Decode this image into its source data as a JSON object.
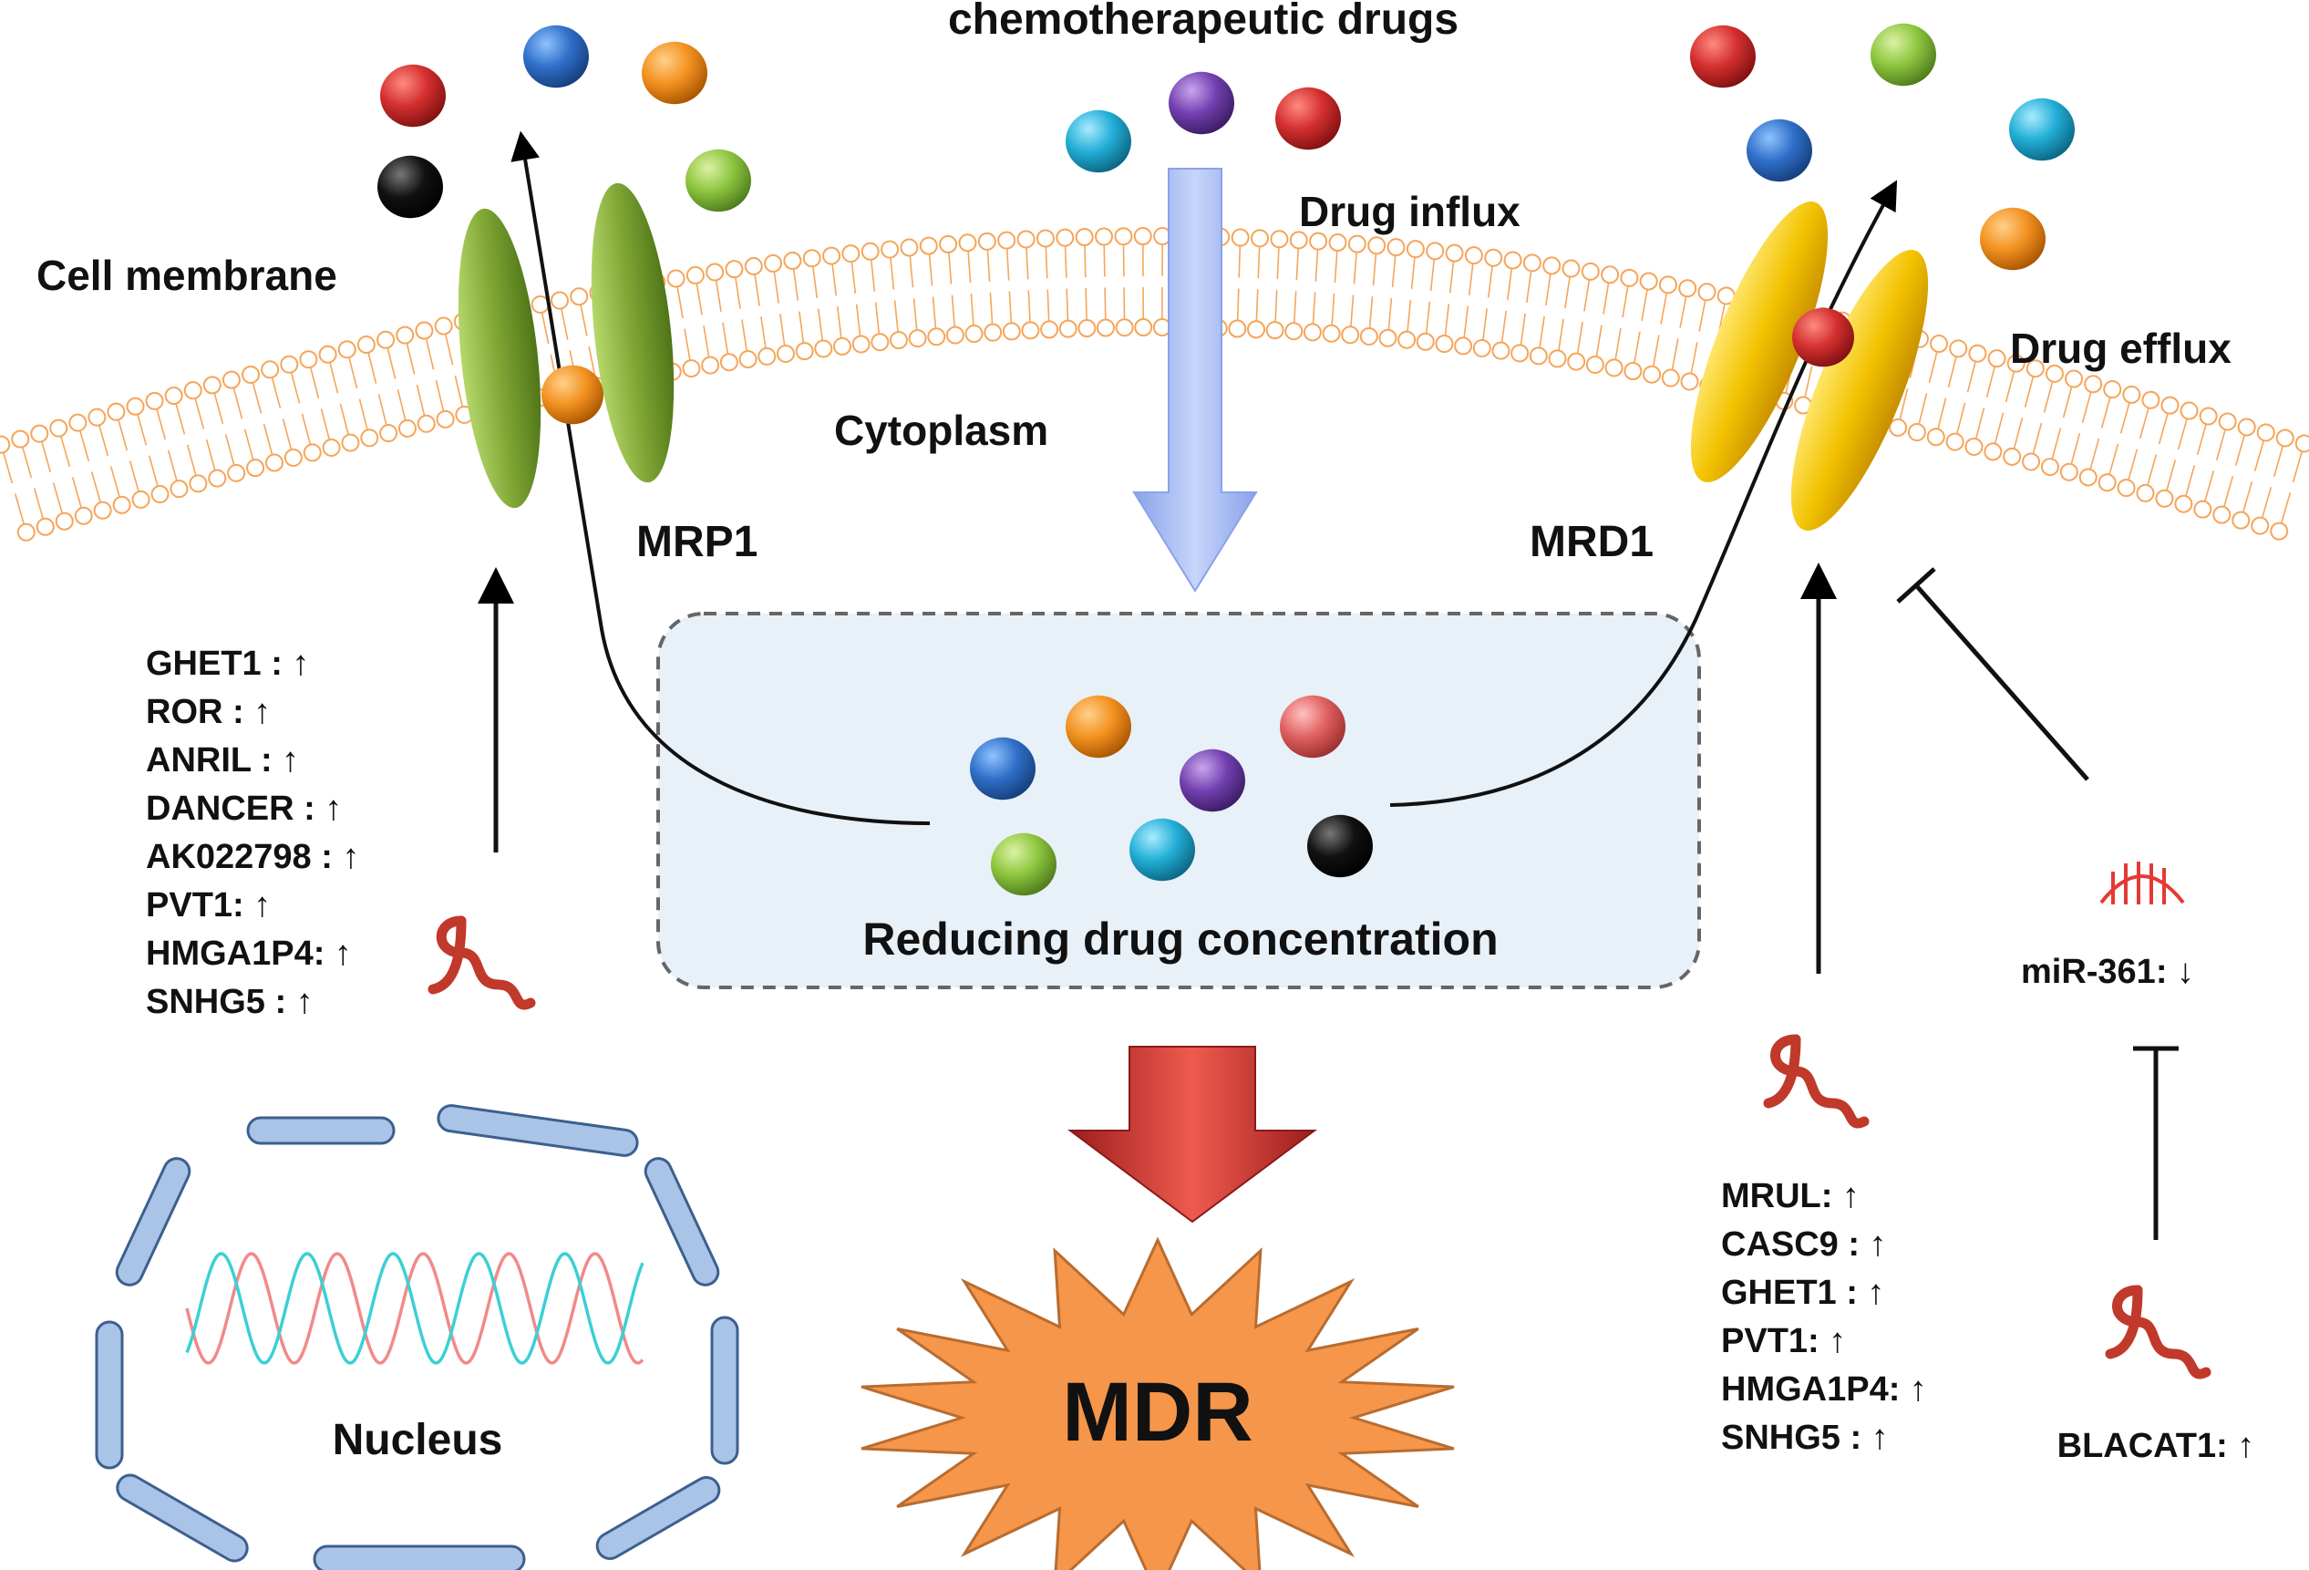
{
  "title": "chemotherapeutic drugs",
  "labels": {
    "cell_membrane": "Cell membrane",
    "cytoplasm": "Cytoplasm",
    "drug_influx": "Drug influx",
    "drug_efflux": "Drug efflux",
    "transporter_left": "MRP1",
    "transporter_right": "MRD1",
    "reducing": "Reducing drug concentration",
    "mdr": "MDR",
    "nucleus": "Nucleus",
    "mirna": "miR-361: ↓",
    "blacat": "BLACAT1: ↑"
  },
  "mrp1_regulators": [
    "GHET1 : ↑",
    "ROR : ↑",
    "ANRIL : ↑",
    "DANCER : ↑",
    "AK022798 : ↑",
    "PVT1: ↑",
    "HMGA1P4: ↑",
    "SNHG5 : ↑"
  ],
  "mrd1_regulators": [
    "MRUL: ↑",
    "CASC9 : ↑",
    "GHET1 : ↑",
    "PVT1: ↑",
    "HMGA1P4: ↑",
    "SNHG5 : ↑"
  ],
  "colors": {
    "membrane": "#f5a55a",
    "mrp1": "#7ea534",
    "mrd1": "#f2c200",
    "influx_arrow": "#9fb4ee",
    "mdr_arrow": "#d9413a",
    "mdr_star": "#f5964a",
    "box_fill": "#e8f0f8",
    "lncrna": "#c0392b",
    "nucleus_rod": "#a9c4e6"
  }
}
